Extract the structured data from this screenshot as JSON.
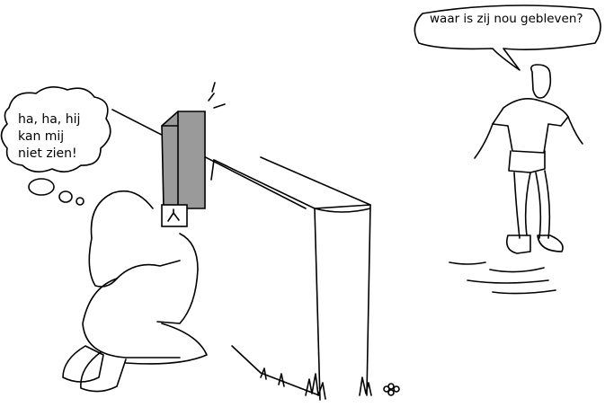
{
  "speech_bubble": {
    "text": "waar is zij nou gebleven?"
  },
  "thought_bubble": {
    "lines": [
      "ha, ha, hij",
      "kan mij",
      "niet zien!"
    ]
  },
  "colors": {
    "periscope": "#9a9a9a",
    "ink": "#000000",
    "background": "#ffffff"
  }
}
